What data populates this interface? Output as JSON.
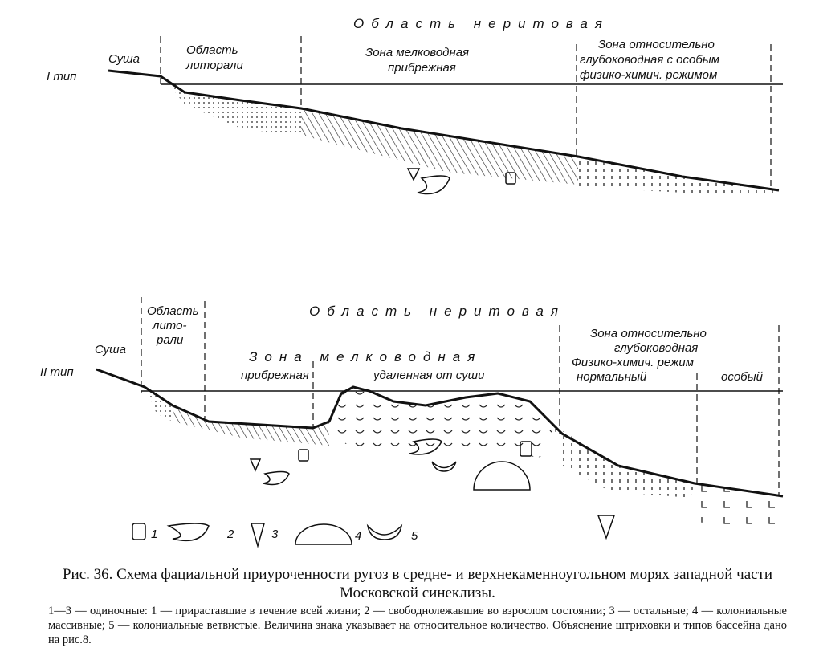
{
  "type1": {
    "label": "I тип",
    "land": "Суша",
    "region_neritic": "Область неритовая",
    "littoral": [
      "Область",
      "литорали"
    ],
    "shallow_zone": [
      "Зона мелководная",
      "прибрежная"
    ],
    "deep_zone": [
      "Зона относительно",
      "глубоководная с особым",
      "физико-химич. режимом"
    ]
  },
  "type2": {
    "label": "II тип",
    "land": "Суша",
    "region_neritic": "Область неритовая",
    "littoral": [
      "Область",
      "лито-",
      "рали"
    ],
    "shallow_zone": "Зона мелководная",
    "near_shore": "прибрежная",
    "far_shore": "удаленная от суши",
    "deep_zone": [
      "Зона относительно",
      "глубоководная",
      "Физико-химич. режим"
    ],
    "regime_normal": "нормальный",
    "regime_special": "особый"
  },
  "legend": [
    "1",
    "2",
    "3",
    "4",
    "5"
  ],
  "caption": {
    "title": "Рис. 36. Схема фациальной приуроченности ругоз в средне- и верхнекаменноугольном морях западной части Московской синеклизы.",
    "body": "1—3 — одиночные: 1 — прираставшие в течение всей жизни; 2 — свободнолежавшие во взрослом состоянии; 3 — остальные; 4 — колониальные массивные; 5 — колониальные ветвистые. Величина знака указывает на относительное количество. Объяснение штриховки и типов бассейна дано на рис.8."
  }
}
